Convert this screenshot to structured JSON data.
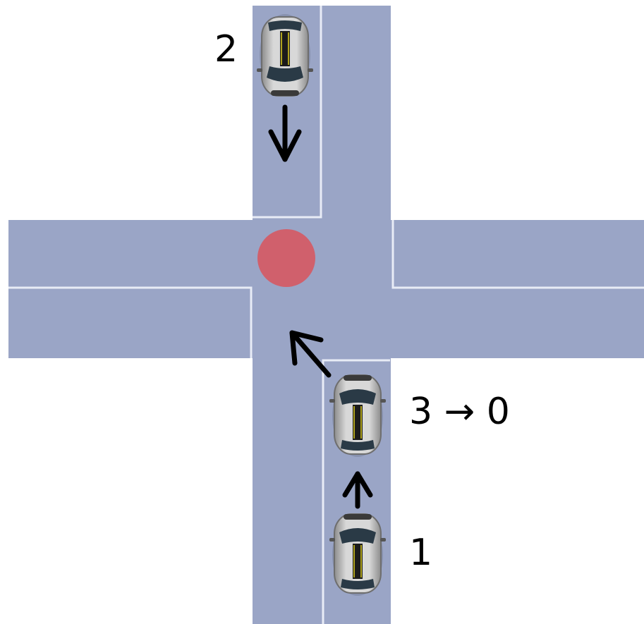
{
  "colors": {
    "road": "#9aa5c6",
    "lane_line": "#e8ecf6",
    "conflict_point": "#d0606c",
    "arrow": "#000000",
    "car_body": "#b9b9b9",
    "car_stripe": "#1b1b1b",
    "car_glass": "#2a3a46"
  },
  "intersection": {
    "conflict_marker": "red-circle"
  },
  "vehicles": [
    {
      "id": "car-2",
      "label": "2",
      "heading": "down"
    },
    {
      "id": "car-3",
      "label": "3 → 0",
      "heading": "up"
    },
    {
      "id": "car-1",
      "label": "1",
      "heading": "up"
    }
  ],
  "arrows": [
    {
      "id": "arrow-car-2",
      "direction": "down"
    },
    {
      "id": "arrow-car-3",
      "direction": "up-left"
    },
    {
      "id": "arrow-car-1",
      "direction": "up"
    }
  ]
}
